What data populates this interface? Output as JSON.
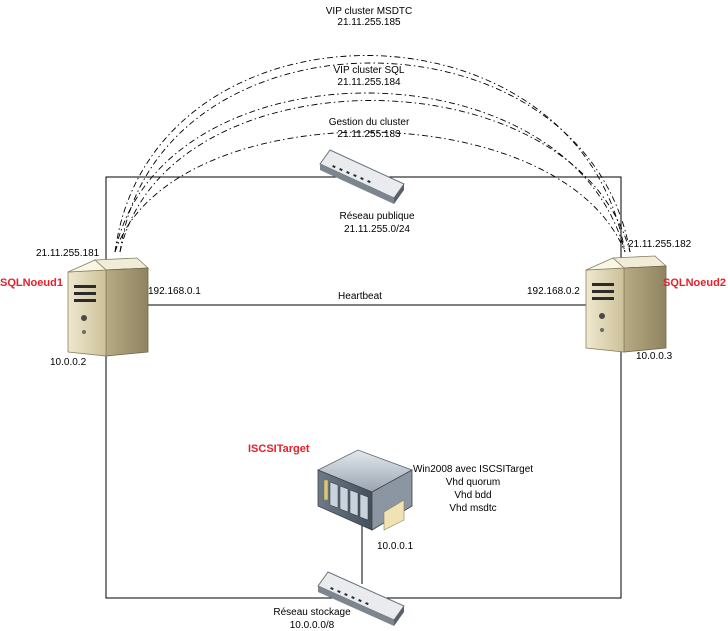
{
  "vips": [
    {
      "name": "VIP cluster MSDTC",
      "ip": "21.11.255.185"
    },
    {
      "name": "VIP cluster SQL",
      "ip": "21.11.255.184"
    },
    {
      "name": "Gestion du cluster",
      "ip": "21.11.255.183"
    }
  ],
  "public_network": {
    "name": "Réseau publique",
    "subnet": "21.11.255.0/24"
  },
  "storage_network": {
    "name": "Réseau stockage",
    "subnet": "10.0.0.0/8"
  },
  "heartbeat": {
    "label": "Heartbeat"
  },
  "node1": {
    "name": "SQLNoeud1",
    "public_ip": "21.11.255.181",
    "heartbeat_ip": "192.168.0.1",
    "storage_ip": "10.0.0.2"
  },
  "node2": {
    "name": "SQLNoeud2",
    "public_ip": "21.11.255.182",
    "heartbeat_ip": "192.168.0.2",
    "storage_ip": "10.0.0.3"
  },
  "target": {
    "name": "ISCSITarget",
    "storage_ip": "10.0.0.1",
    "details": [
      "Win2008 avec ISCSITarget",
      "Vhd quorum",
      "Vhd bdd",
      "Vhd msdtc"
    ]
  },
  "colors": {
    "node_label": "#e8202a",
    "lines": "#000000",
    "server_body": "#ddd3b0"
  }
}
